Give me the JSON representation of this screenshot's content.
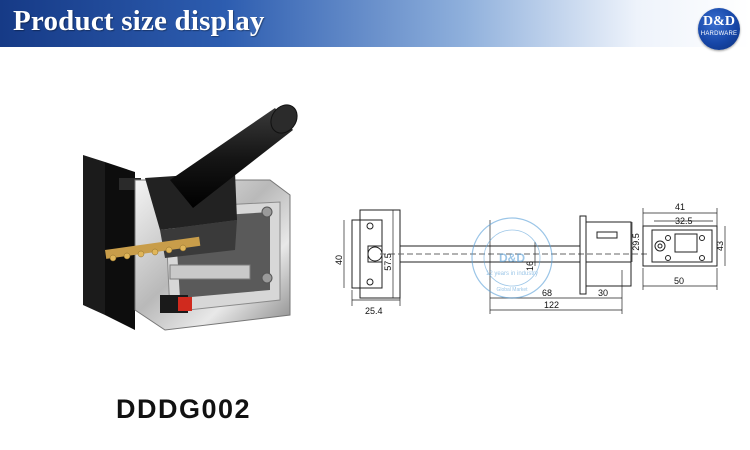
{
  "header": {
    "title": "Product size display"
  },
  "logo": {
    "main": "D&D",
    "sub": "HARDWARE"
  },
  "product": {
    "model": "DDDG002"
  },
  "drawing": {
    "dimensions": {
      "height_40": "40",
      "height_57_5": "57.5",
      "width_25_4": "25.4",
      "dia_16": "16",
      "len_68": "68",
      "len_30": "30",
      "len_122": "122",
      "w_41": "41",
      "w_32_5": "32.5",
      "h_29_5": "29.5",
      "h_43": "43",
      "w_50": "50"
    },
    "watermark": {
      "brand": "D&D",
      "line1": "12 years in industry",
      "line2": "Global Market"
    }
  },
  "colors": {
    "header_dark": "#163a86",
    "logo_blue": "#1747a8",
    "text": "#111111"
  }
}
